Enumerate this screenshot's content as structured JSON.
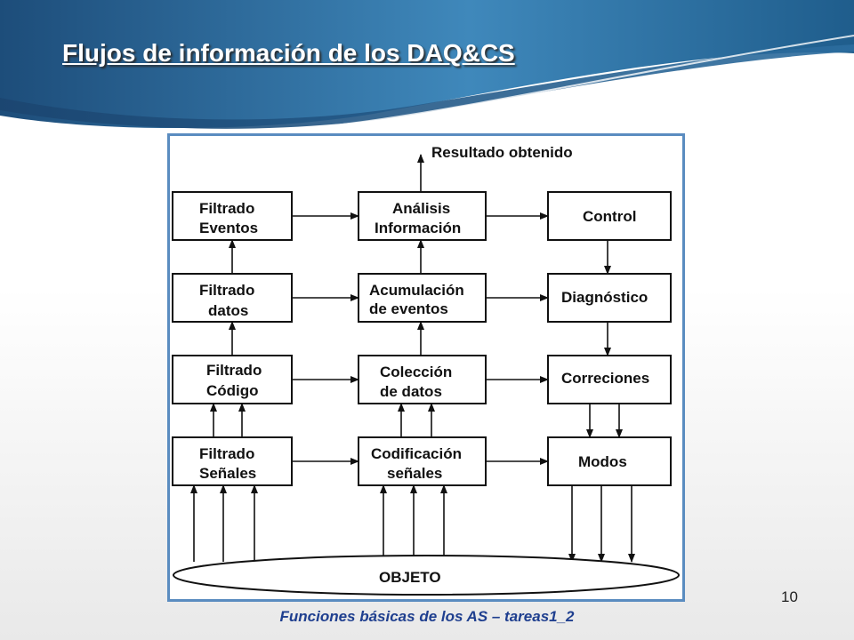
{
  "slide": {
    "title": "Flujos de información de los DAQ&CS",
    "footer": "Funciones básicas de los AS – tareas1_2",
    "page_number": "10"
  },
  "diagram": {
    "result_label": "Resultado obtenido",
    "object_label": "OBJETO",
    "blocks": {
      "filtrado_eventos": [
        "Filtrado",
        "Eventos"
      ],
      "filtrado_datos": [
        "Filtrado",
        "datos"
      ],
      "filtrado_codigo": [
        "Filtrado",
        "Código"
      ],
      "filtrado_senales": [
        "Filtrado",
        "Señales"
      ],
      "analisis_informacion": [
        "Análisis",
        "Información"
      ],
      "acumulacion_eventos": [
        "Acumulación",
        "de eventos"
      ],
      "coleccion_datos": [
        "Colección",
        "de datos"
      ],
      "codificacion_senales": [
        "Codificación",
        "señales"
      ],
      "control": [
        "Control"
      ],
      "diagnostico": [
        "Diagnóstico"
      ],
      "correciones": [
        "Correciones"
      ],
      "modos": [
        "Modos"
      ]
    }
  },
  "colors": {
    "header_dark": "#1e4f7d",
    "header_light": "#4a92c2",
    "frame_border": "#5a8cc0",
    "footer_text": "#1f3f8f"
  }
}
